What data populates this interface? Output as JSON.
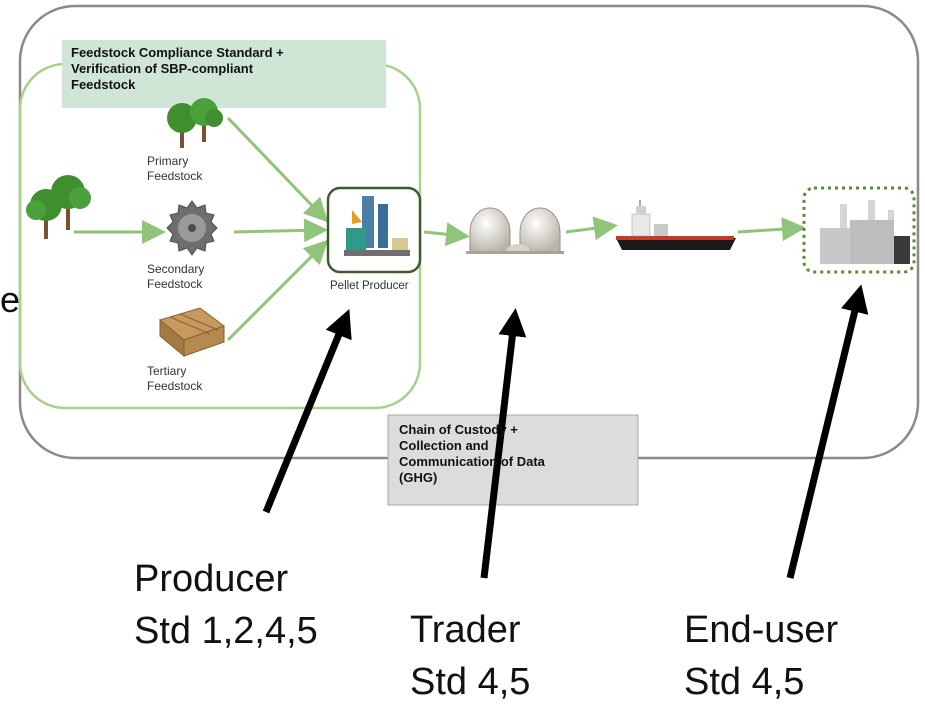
{
  "compliance_box": {
    "line1": "Feedstock Compliance Standard +",
    "line2": "Verification of SBP-compliant",
    "line3": "Feedstock"
  },
  "feedstock": {
    "primary": [
      "Primary",
      "Feedstock"
    ],
    "secondary": [
      "Secondary",
      "Feedstock"
    ],
    "tertiary": [
      "Tertiary",
      "Feedstock"
    ]
  },
  "pellet_producer": "Pellet Producer",
  "chain_box": {
    "line1": "Chain of Custody +",
    "line2": "Collection and",
    "line3": "Communication of Data",
    "line4": "(GHG)"
  },
  "roles": {
    "producer": [
      "Producer",
      "Std 1,2,4,5"
    ],
    "trader": [
      "Trader",
      "Std 4,5"
    ],
    "end_user": [
      "End-user",
      "Std 4,5"
    ]
  },
  "edge_fragment": "e",
  "colors": {
    "outer_border": "#8a8a8a",
    "inner_border": "#a9d18e",
    "flow_arrow": "#8fc47a",
    "compliance_fill": "#cfe6d7",
    "chain_fill": "#dcdcdc",
    "pellet_border": "#3d5a32",
    "enduser_border": "#5a8a3a"
  }
}
